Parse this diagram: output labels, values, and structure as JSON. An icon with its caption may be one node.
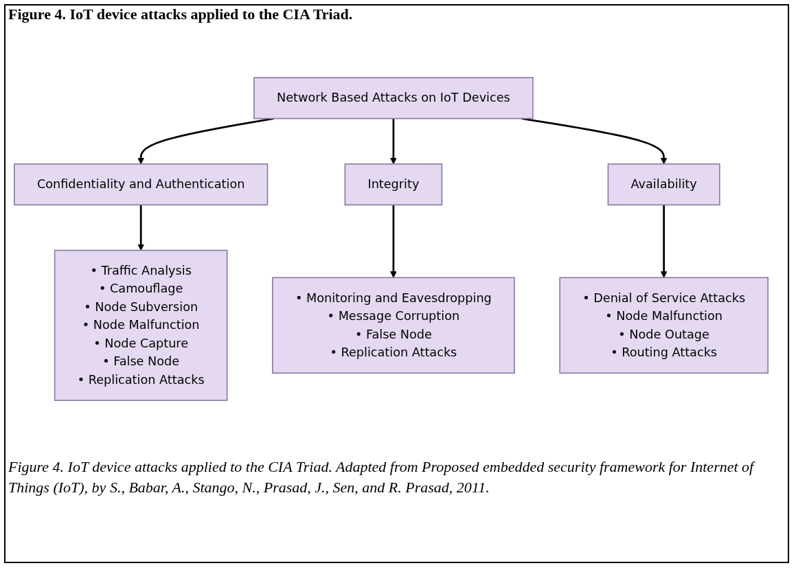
{
  "diagram": {
    "title": "Figure 4. IoT device attacks applied to the CIA Triad.",
    "nodes": [
      {
        "text": [
          "Network Based Attacks on IoT Devices"
        ]
      },
      {
        "text": [
          "Confidentiality and Authentication"
        ]
      },
      {
        "text": [
          "Integrity"
        ]
      },
      {
        "text": [
          "Availability"
        ]
      },
      {
        "text": [
          "• Traffic Analysis",
          "• Camouflage",
          "• Node Subversion",
          "• Node Malfunction",
          "• Node Capture",
          "• False Node",
          "• Replication Attacks"
        ]
      },
      {
        "text": [
          "• Monitoring and Eavesdropping",
          "• Message Corruption",
          "• False Node",
          "• Replication Attacks"
        ]
      },
      {
        "text": [
          "• Denial of Service Attacks",
          "• Node Malfunction",
          "• Node Outage",
          "• Routing Attacks"
        ]
      }
    ],
    "edges": [
      {
        "from": 0,
        "to": 1,
        "arrow": "to"
      },
      {
        "from": 0,
        "to": 2,
        "arrow": "to"
      },
      {
        "from": 0,
        "to": 3,
        "arrow": "to"
      },
      {
        "from": 1,
        "to": 4,
        "arrow": "to"
      },
      {
        "from": 2,
        "to": 5,
        "arrow": "to"
      },
      {
        "from": 3,
        "to": 6,
        "arrow": "to"
      }
    ],
    "caption": "Figure 4. IoT device attacks applied to the CIA Triad. Adapted from Proposed embedded security framework for Internet of Things (IoT), by S., Babar, A., Stango, N., Prasad, J., Sen, and R. Prasad, 2011."
  }
}
